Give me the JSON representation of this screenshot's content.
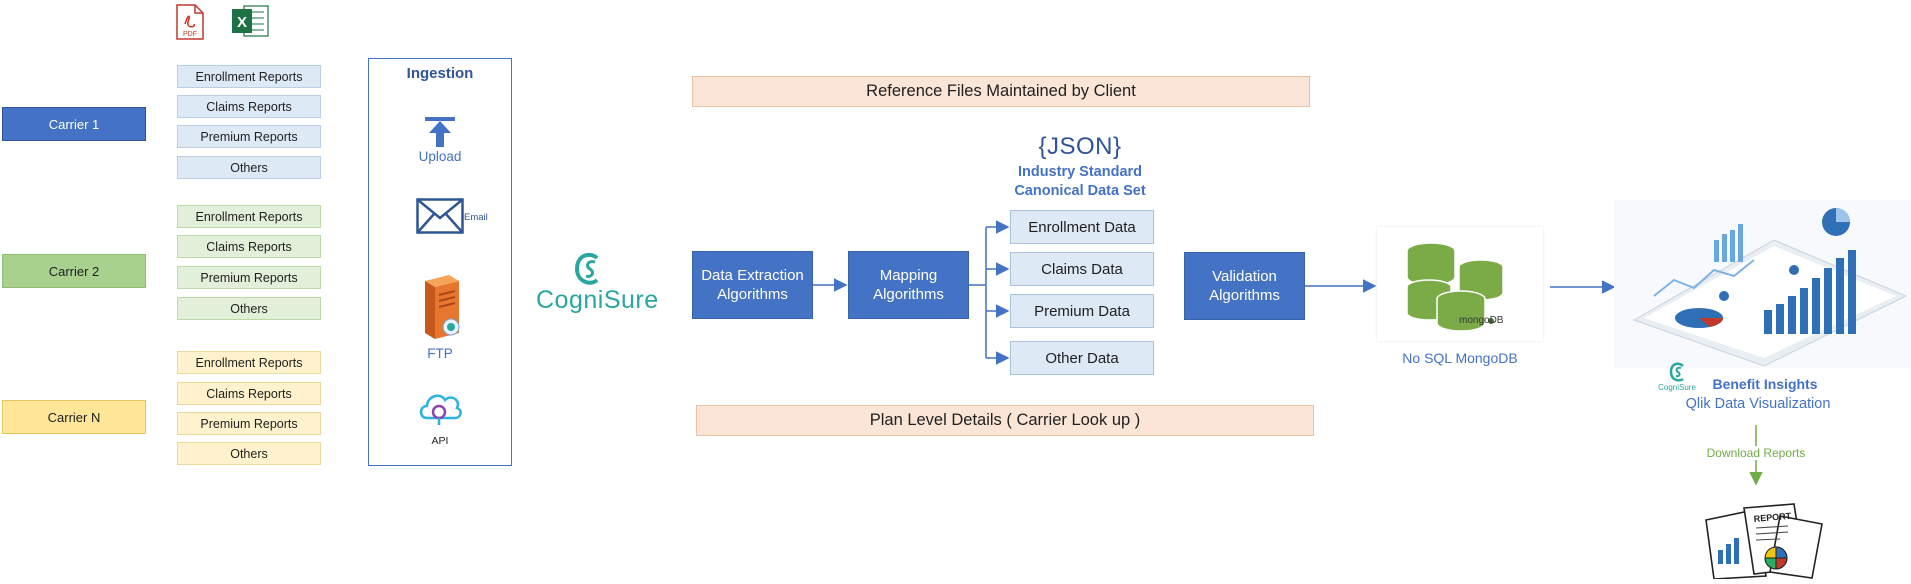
{
  "file_icons": {
    "pdf_label": "PDF",
    "excel_letter": "X"
  },
  "carriers": [
    {
      "label": "Carrier 1",
      "reports": [
        "Enrollment Reports",
        "Claims Reports",
        "Premium Reports",
        "Others"
      ]
    },
    {
      "label": "Carrier 2",
      "reports": [
        "Enrollment Reports",
        "Claims Reports",
        "Premium Reports",
        "Others"
      ]
    },
    {
      "label": "Carrier N",
      "reports": [
        "Enrollment Reports",
        "Claims Reports",
        "Premium Reports",
        "Others"
      ]
    }
  ],
  "ingestion": {
    "title": "Ingestion",
    "upload_label": "Upload",
    "email_label": "Email",
    "ftp_label": "FTP",
    "api_label": "API"
  },
  "cognisure_logo": {
    "text": "CogniSure"
  },
  "reference_files": "Reference Files Maintained by Client",
  "plan_level": "Plan Level Details ( Carrier Look up )",
  "json_block": {
    "json_label": "{JSON}",
    "line1": "Industry Standard",
    "line2": "Canonical Data Set"
  },
  "algorithms": {
    "extraction": [
      "Data Extraction",
      "Algorithms"
    ],
    "mapping": [
      "Mapping",
      "Algorithms"
    ],
    "validation": [
      "Validation",
      "Algorithms"
    ]
  },
  "datasets": [
    "Enrollment Data",
    "Claims Data",
    "Premium Data",
    "Other Data"
  ],
  "mongodb": {
    "logo_text": "mongoDB",
    "caption": "No SQL MongoDB"
  },
  "insights": {
    "logo_text": "CogniSure",
    "title": "Benefit Insights",
    "subtitle": "Qlik Data Visualization",
    "download_label": "Download Reports",
    "report_text": "REPORT"
  },
  "colors": {
    "carrier1": "#4472c4",
    "carrier2": "#a9d18e",
    "carrierN": "#ffe699",
    "algo_blue": "#4472c4",
    "ingestion_border": "#4472c4",
    "teal": "#2aa6a0",
    "mongo_green": "#7aab47",
    "download_green": "#70ad47"
  }
}
